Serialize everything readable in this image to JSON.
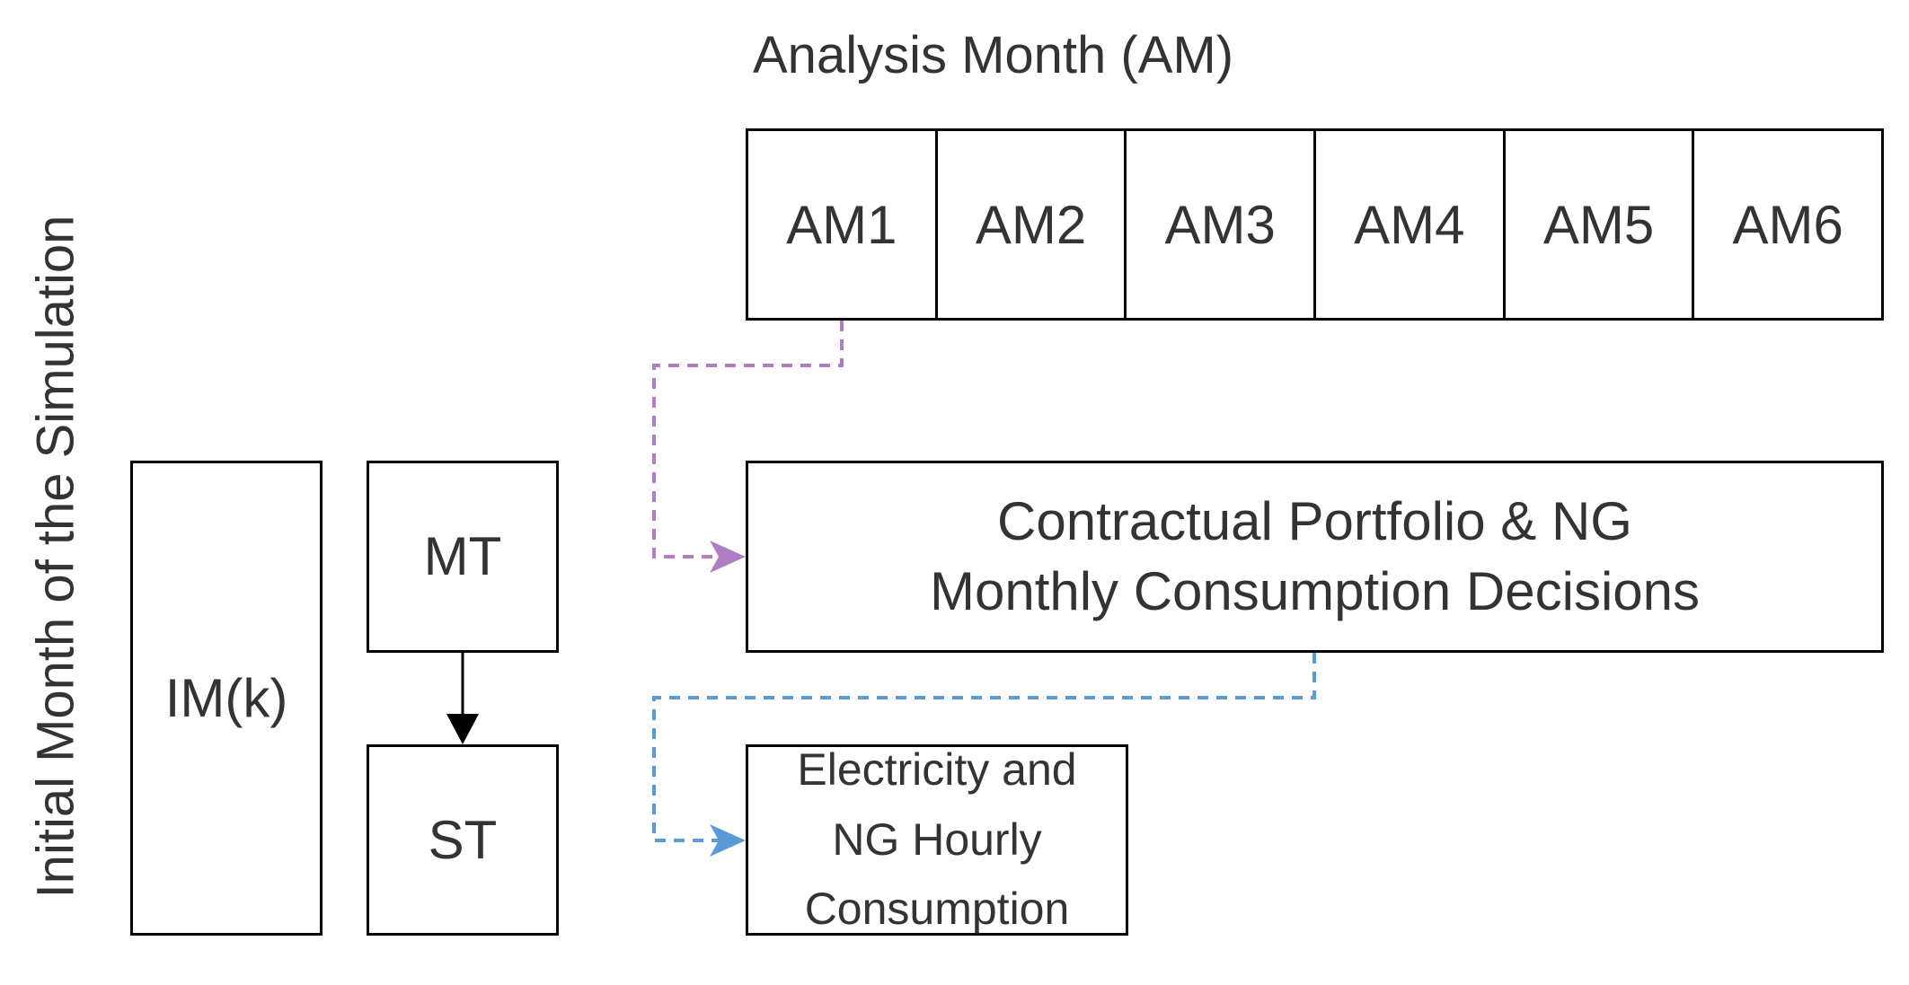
{
  "diagram": {
    "top_title": "Analysis Month (AM)",
    "side_title": "Initial Month of the Simulation",
    "analysis_months": [
      "AM1",
      "AM2",
      "AM3",
      "AM4",
      "AM5",
      "AM6"
    ],
    "im_label": "IM(k)",
    "mt_label": "MT",
    "st_label": "ST",
    "portfolio_label": "Contractual Portfolio & NG Monthly Consumption Decisions",
    "hourly_label": "Electricity and NG Hourly Consumption"
  },
  "colors": {
    "purple_connector": "#b07cc6",
    "blue_connector": "#5b9bd5",
    "box_border": "#000000",
    "text": "#333333"
  }
}
